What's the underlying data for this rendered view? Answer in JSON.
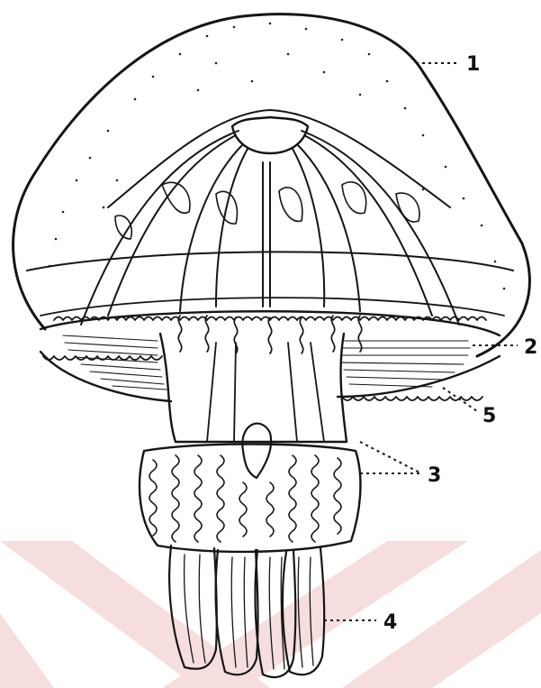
{
  "diagram": {
    "labels": [
      "1",
      "2",
      "5",
      "3",
      "4"
    ],
    "watermark": {
      "color": "#f2d3d3"
    },
    "ink_color": "#151515"
  }
}
